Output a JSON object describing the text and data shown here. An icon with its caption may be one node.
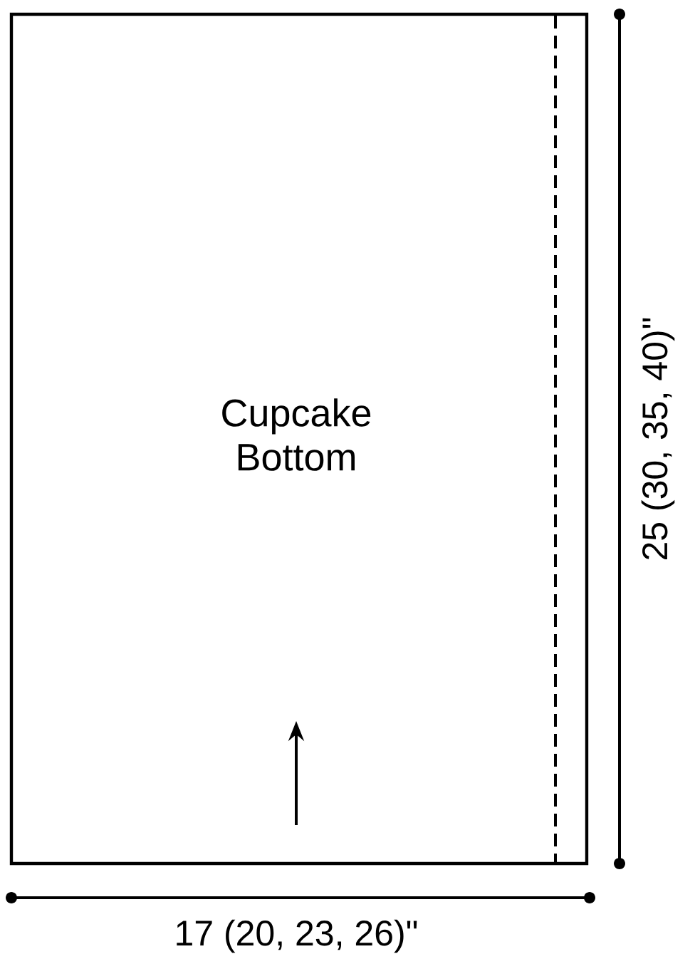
{
  "diagram": {
    "nodes": [
      {
        "text": [
          "Cupcake Bottom"
        ]
      }
    ],
    "labels": [
      "17 (20, 23, 26)\"",
      "25 (30, 35, 40)\""
    ]
  }
}
